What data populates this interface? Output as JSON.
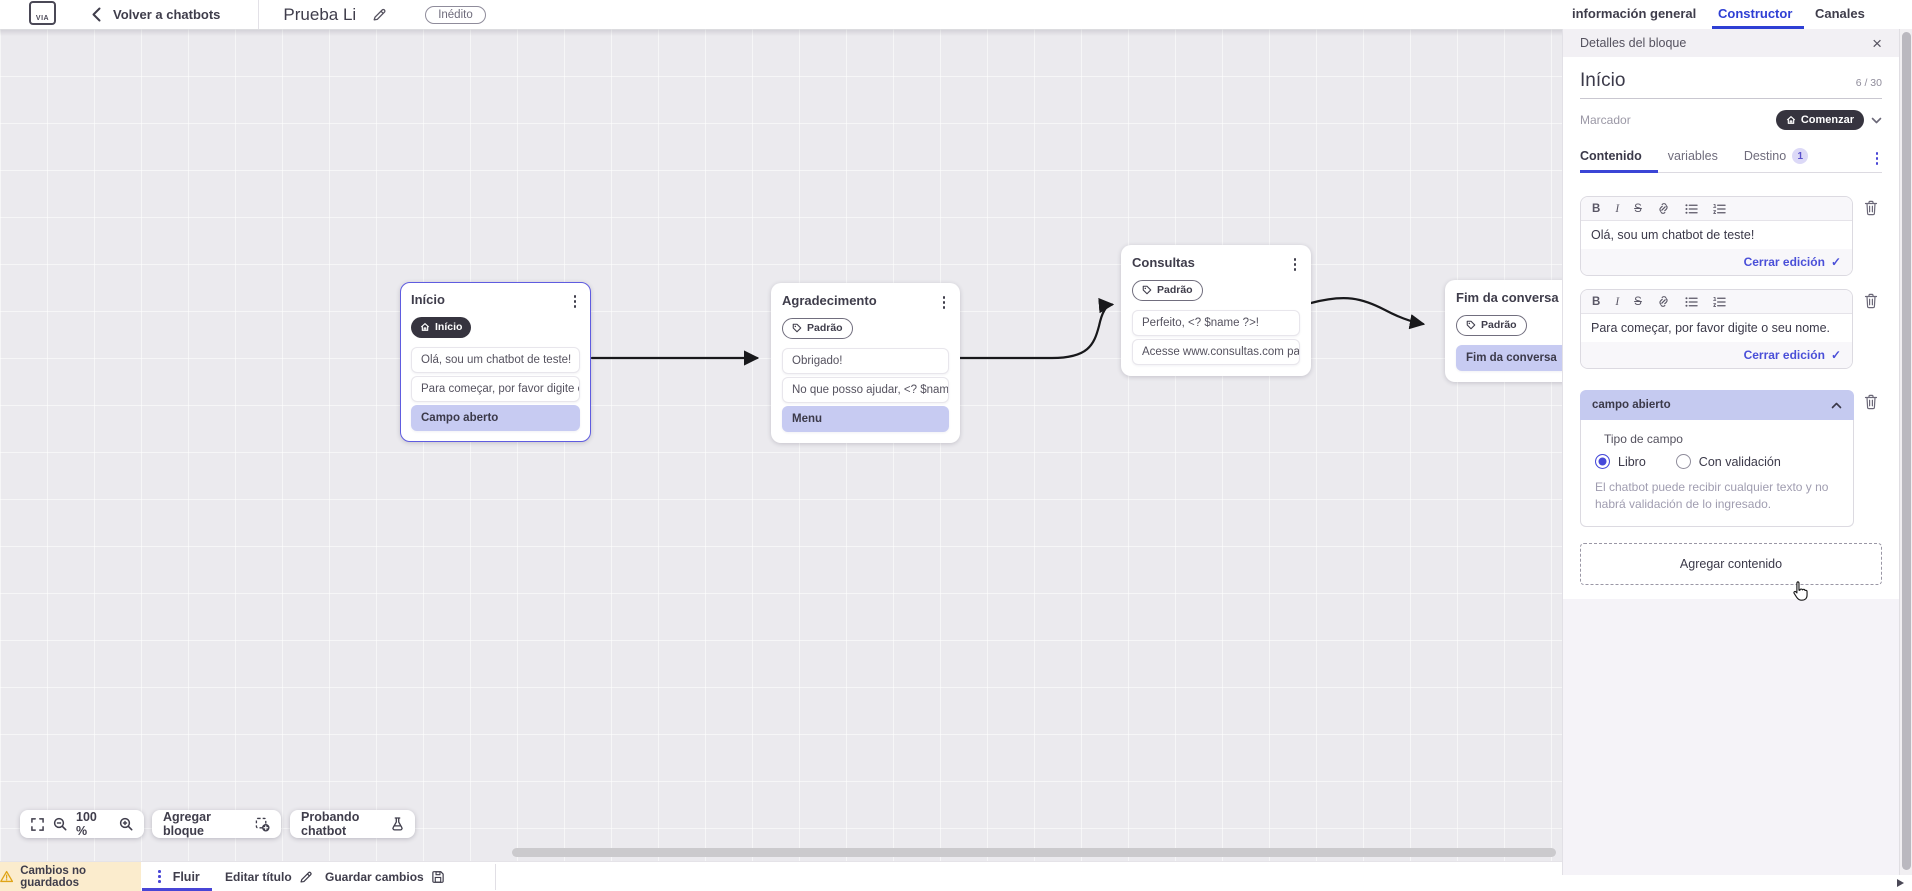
{
  "topbar": {
    "logo_text": "VIA",
    "back_label": "Volver a chatbots",
    "title": "Prueba Li",
    "status_badge": "Inédito"
  },
  "nav_tabs": {
    "general": "información general",
    "constructor": "Constructor",
    "channels": "Canales"
  },
  "panel": {
    "header_title": "Detalles del bloque",
    "close_icon": "×",
    "block_name": "Início",
    "name_counter": "6 / 30",
    "marker_label": "Marcador",
    "marker_value": "Comenzar",
    "tabs": {
      "content": "Contenido",
      "variables": "variables",
      "destination": "Destino",
      "destination_badge": "1"
    },
    "editors": [
      {
        "text": "Olá, sou um chatbot de teste!",
        "close_label": "Cerrar edición",
        "check_icon": "✓"
      },
      {
        "text": "Para começar, por favor digite o seu nome.",
        "close_label": "Cerrar edición",
        "check_icon": "✓"
      }
    ],
    "field_section": {
      "title": "campo abierto",
      "type_label": "Tipo de campo",
      "option_free": "Libro",
      "option_validated": "Con validación",
      "helper": "El chatbot puede recibir cualquier texto y no habrá validación de lo ingresado."
    },
    "add_content_label": "Agregar contenido"
  },
  "canvas": {
    "blocks": [
      {
        "title": "Início",
        "badge": "Início",
        "rows": [
          {
            "text": "Olá, sou um chatbot de teste!"
          },
          {
            "text": "Para começar, por favor digite o ..."
          },
          {
            "text": "Campo aberto"
          }
        ]
      },
      {
        "title": "Agradecimento",
        "badge": "Padrão",
        "rows": [
          {
            "text": "Obrigado!"
          },
          {
            "text": "No que posso ajudar, <? $name ..."
          },
          {
            "text": "Menu"
          }
        ]
      },
      {
        "title": "Consultas",
        "badge": "Padrão",
        "rows": [
          {
            "text": "Perfeito, <? $name ?>!"
          },
          {
            "text": "Acesse www.consultas.com par..."
          }
        ]
      },
      {
        "title": "Fim da conversa",
        "badge": "Padrão",
        "rows": [
          {
            "text": "Fim da conversa"
          }
        ]
      }
    ],
    "zoom_level": "100 %",
    "add_block_label": "Agregar bloque",
    "test_chatbot_label": "Probando chatbot"
  },
  "bottombar": {
    "unsaved_label": "Cambios no guardados",
    "flow_tab_label": "Fluir",
    "edit_title_label": "Editar título",
    "save_label": "Guardar cambios"
  },
  "colors": {
    "accent": "#2e3fd4",
    "row_highlight": "#c7cbf2",
    "dark_pill": "#36343f",
    "warning_bg": "#fbeccd",
    "canvas_bg": "#ebeaee"
  }
}
